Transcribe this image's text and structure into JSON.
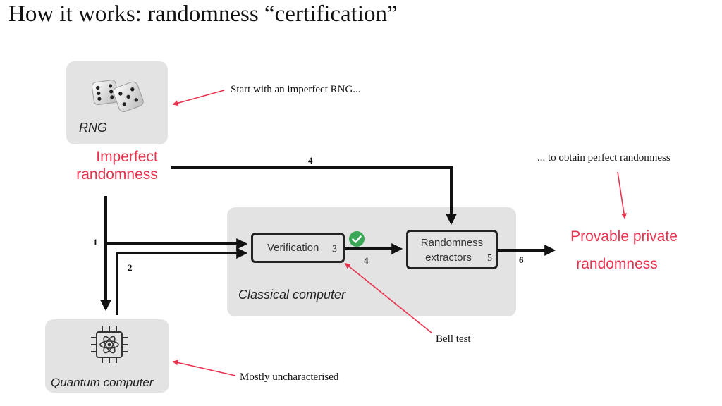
{
  "title": "How it works: randomness “certification”",
  "rng": {
    "label": "RNG",
    "output_label_line1": "Imperfect",
    "output_label_line2": "randomness"
  },
  "quantum": {
    "label": "Quantum computer"
  },
  "classical": {
    "label": "Classical computer"
  },
  "verification": {
    "label": "Verification",
    "step": "3",
    "status_icon": "check-circle-icon"
  },
  "extractors": {
    "label_line1": "Randomness",
    "label_line2": "extractors",
    "step": "5"
  },
  "output": {
    "label_line1": "Provable private",
    "label_line2": "randomness"
  },
  "annotations": {
    "start": "Start with an imperfect RNG...",
    "obtain": "... to obtain perfect randomness",
    "bell": "Bell test",
    "uncharacterised": "Mostly uncharacterised"
  },
  "step_labels": {
    "s1": "1",
    "s2": "2",
    "s4_top": "4",
    "s4_mid": "4",
    "s6": "6"
  },
  "colors": {
    "accent": "#e8334f",
    "panel": "#e3e3e3",
    "check": "#3aa757"
  }
}
